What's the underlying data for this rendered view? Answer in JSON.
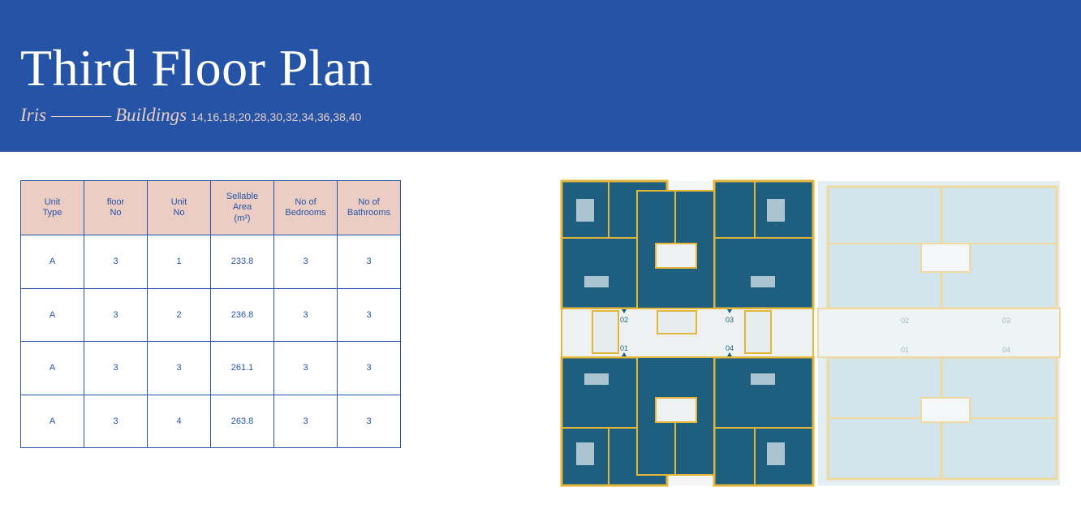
{
  "header": {
    "title": "Third Floor Plan",
    "subtitle_model": "Iris",
    "subtitle_buildings_label": "Buildings",
    "subtitle_buildings_numbers": "14,16,18,20,28,30,32,34,36,38,40"
  },
  "table": {
    "headers": [
      [
        "Unit",
        "Type"
      ],
      [
        "floor",
        "No"
      ],
      [
        "Unit",
        "No"
      ],
      [
        "Sellable",
        "Area",
        "(m²)"
      ],
      [
        "No of",
        "Bedrooms"
      ],
      [
        "No of",
        "Bathrooms"
      ]
    ],
    "rows": [
      [
        "A",
        "3",
        "1",
        "233.8",
        "3",
        "3"
      ],
      [
        "A",
        "3",
        "2",
        "236.8",
        "3",
        "3"
      ],
      [
        "A",
        "3",
        "3",
        "261.1",
        "3",
        "3"
      ],
      [
        "A",
        "3",
        "4",
        "263.8",
        "3",
        "3"
      ]
    ]
  },
  "plan": {
    "unit_labels": [
      "02",
      "03",
      "01",
      "04"
    ],
    "ghost_unit_labels": [
      "02",
      "03",
      "01",
      "04"
    ],
    "colors": {
      "unit_fill": "#1e5f7f",
      "wall": "#e3b63a",
      "ghost_fill": "#dce9ee",
      "ghost_wall": "#efd9a0"
    }
  }
}
